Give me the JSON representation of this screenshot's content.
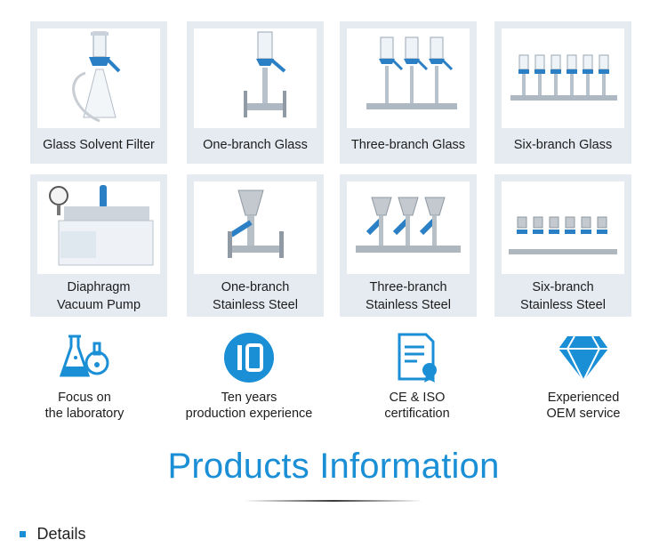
{
  "products": [
    {
      "name": "Glass Solvent Filter",
      "image": "glass-solvent-filter-image"
    },
    {
      "name": "One-branch Glass",
      "image": "one-branch-glass-image"
    },
    {
      "name": "Three-branch Glass",
      "image": "three-branch-glass-image"
    },
    {
      "name": "Six-branch Glass",
      "image": "six-branch-glass-image"
    },
    {
      "line1": "Diaphragm",
      "line2": "Vacuum Pump",
      "image": "diaphragm-vacuum-pump-image"
    },
    {
      "line1": "One-branch",
      "line2": "Stainless Steel",
      "image": "one-branch-stainless-steel-image"
    },
    {
      "line1": "Three-branch",
      "line2": "Stainless Steel",
      "image": "three-branch-stainless-steel-image"
    },
    {
      "line1": "Six-branch",
      "line2": "Stainless Steel",
      "image": "six-branch-stainless-steel-image"
    }
  ],
  "features": [
    {
      "line1": "Focus on",
      "line2": "the laboratory",
      "icon": "lab-flask-icon"
    },
    {
      "line1": "Ten years",
      "line2": "production experience",
      "icon": "ten-years-icon"
    },
    {
      "line1": "CE & ISO",
      "line2": "certification",
      "icon": "certificate-icon"
    },
    {
      "line1": "Experienced",
      "line2": "OEM service",
      "icon": "diamond-icon"
    }
  ],
  "section_title": "Products Information",
  "details_label": "Details",
  "colors": {
    "accent": "#1a8fd6",
    "card_bg": "#e6ebf2"
  }
}
